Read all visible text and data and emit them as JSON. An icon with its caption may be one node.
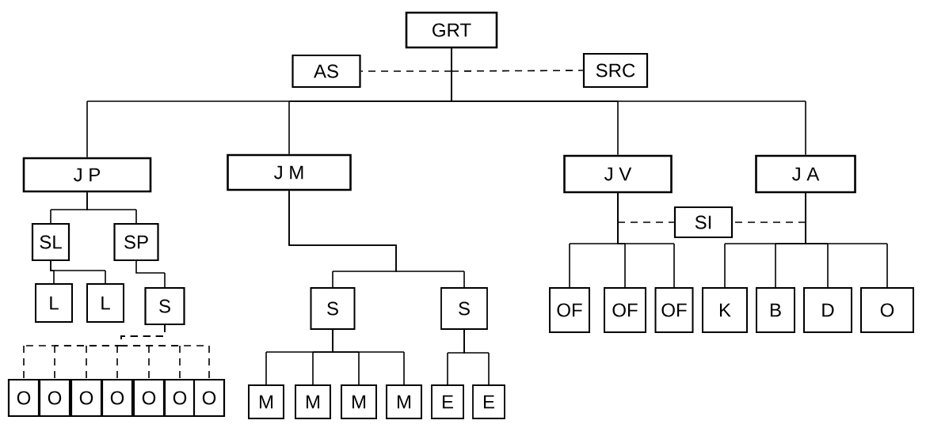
{
  "diagram": {
    "nodes": [
      {
        "text": [
          "GRT"
        ]
      },
      {
        "text": [
          "AS"
        ]
      },
      {
        "text": [
          "SRC"
        ]
      },
      {
        "text": [
          "J P"
        ]
      },
      {
        "text": [
          "J M"
        ]
      },
      {
        "text": [
          "J V"
        ]
      },
      {
        "text": [
          "J A"
        ]
      },
      {
        "text": [
          "SL"
        ]
      },
      {
        "text": [
          "SP"
        ]
      },
      {
        "text": [
          "SI"
        ]
      },
      {
        "text": [
          "L"
        ]
      },
      {
        "text": [
          "L"
        ]
      },
      {
        "text": [
          "S"
        ]
      },
      {
        "text": [
          "S"
        ]
      },
      {
        "text": [
          "S"
        ]
      },
      {
        "text": [
          "OF"
        ]
      },
      {
        "text": [
          "OF"
        ]
      },
      {
        "text": [
          "OF"
        ]
      },
      {
        "text": [
          "K"
        ]
      },
      {
        "text": [
          "B"
        ]
      },
      {
        "text": [
          "D"
        ]
      },
      {
        "text": [
          "O"
        ]
      },
      {
        "text": [
          "O"
        ]
      },
      {
        "text": [
          "O"
        ]
      },
      {
        "text": [
          "O"
        ]
      },
      {
        "text": [
          "O"
        ]
      },
      {
        "text": [
          "O"
        ]
      },
      {
        "text": [
          "O"
        ]
      },
      {
        "text": [
          "O"
        ]
      },
      {
        "text": [
          "M"
        ]
      },
      {
        "text": [
          "M"
        ]
      },
      {
        "text": [
          "M"
        ]
      },
      {
        "text": [
          "M"
        ]
      },
      {
        "text": [
          "E"
        ]
      },
      {
        "text": [
          "E"
        ]
      }
    ],
    "edges": [
      {
        "from": 0,
        "to": 1,
        "arrow": "none",
        "style": "dashed"
      },
      {
        "from": 0,
        "to": 2,
        "arrow": "none",
        "style": "dashed"
      },
      {
        "from": 0,
        "to": 3,
        "arrow": "none"
      },
      {
        "from": 0,
        "to": 4,
        "arrow": "none"
      },
      {
        "from": 0,
        "to": 5,
        "arrow": "none"
      },
      {
        "from": 0,
        "to": 6,
        "arrow": "none"
      },
      {
        "from": 3,
        "to": 7,
        "arrow": "none"
      },
      {
        "from": 3,
        "to": 8,
        "arrow": "none"
      },
      {
        "from": 5,
        "to": 9,
        "arrow": "none",
        "style": "dashed"
      },
      {
        "from": 6,
        "to": 9,
        "arrow": "none",
        "style": "dashed"
      },
      {
        "from": 7,
        "to": 10,
        "arrow": "none"
      },
      {
        "from": 7,
        "to": 11,
        "arrow": "none"
      },
      {
        "from": 8,
        "to": 12,
        "arrow": "none"
      },
      {
        "from": 4,
        "to": 13,
        "arrow": "none"
      },
      {
        "from": 4,
        "to": 14,
        "arrow": "none"
      },
      {
        "from": 5,
        "to": 15,
        "arrow": "none"
      },
      {
        "from": 5,
        "to": 16,
        "arrow": "none"
      },
      {
        "from": 5,
        "to": 17,
        "arrow": "none"
      },
      {
        "from": 6,
        "to": 18,
        "arrow": "none"
      },
      {
        "from": 6,
        "to": 19,
        "arrow": "none"
      },
      {
        "from": 6,
        "to": 20,
        "arrow": "none"
      },
      {
        "from": 6,
        "to": 21,
        "arrow": "none"
      },
      {
        "from": 12,
        "to": 22,
        "arrow": "none",
        "style": "dashed"
      },
      {
        "from": 12,
        "to": 23,
        "arrow": "none",
        "style": "dashed"
      },
      {
        "from": 12,
        "to": 24,
        "arrow": "none",
        "style": "dashed"
      },
      {
        "from": 12,
        "to": 25,
        "arrow": "none",
        "style": "dashed"
      },
      {
        "from": 12,
        "to": 26,
        "arrow": "none",
        "style": "dashed"
      },
      {
        "from": 12,
        "to": 27,
        "arrow": "none",
        "style": "dashed"
      },
      {
        "from": 12,
        "to": 28,
        "arrow": "none",
        "style": "dashed"
      },
      {
        "from": 13,
        "to": 29,
        "arrow": "none"
      },
      {
        "from": 13,
        "to": 30,
        "arrow": "none"
      },
      {
        "from": 13,
        "to": 31,
        "arrow": "none"
      },
      {
        "from": 13,
        "to": 32,
        "arrow": "none"
      },
      {
        "from": 14,
        "to": 33,
        "arrow": "none"
      },
      {
        "from": 14,
        "to": 34,
        "arrow": "none"
      }
    ]
  }
}
